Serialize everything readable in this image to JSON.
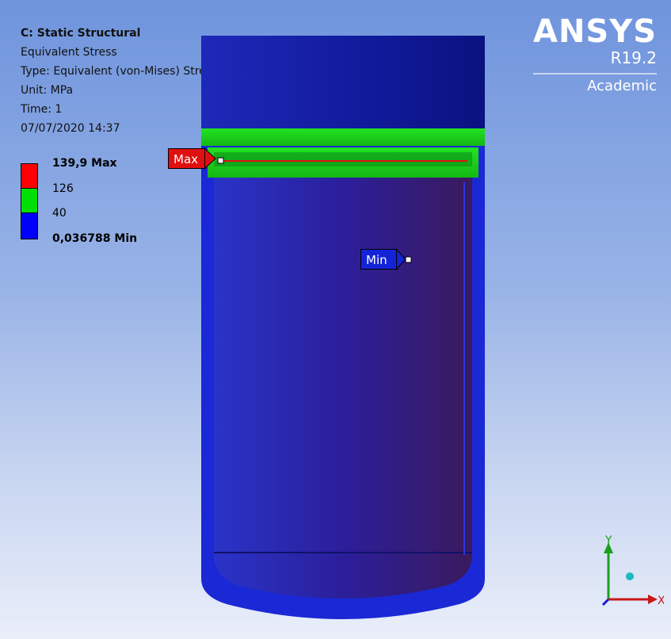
{
  "info": {
    "title": "C: Static Structural",
    "result": "Equivalent Stress",
    "type": "Type: Equivalent (von-Mises) Stress",
    "unit": "Unit: MPa",
    "time": "Time: 1",
    "date": "07/07/2020 14:37"
  },
  "legend": {
    "max_label": "139,9 Max",
    "mid_high": "126",
    "mid_low": "40",
    "min_label": "0,036788 Min",
    "colors": [
      "#ff0000",
      "#00e000",
      "#0000ff"
    ]
  },
  "logo": {
    "brand": "ANSYS",
    "version": "R19.2",
    "edition": "Academic"
  },
  "probes": {
    "max": "Max",
    "min": "Min"
  },
  "axes": {
    "x": "X",
    "y": "Y"
  }
}
